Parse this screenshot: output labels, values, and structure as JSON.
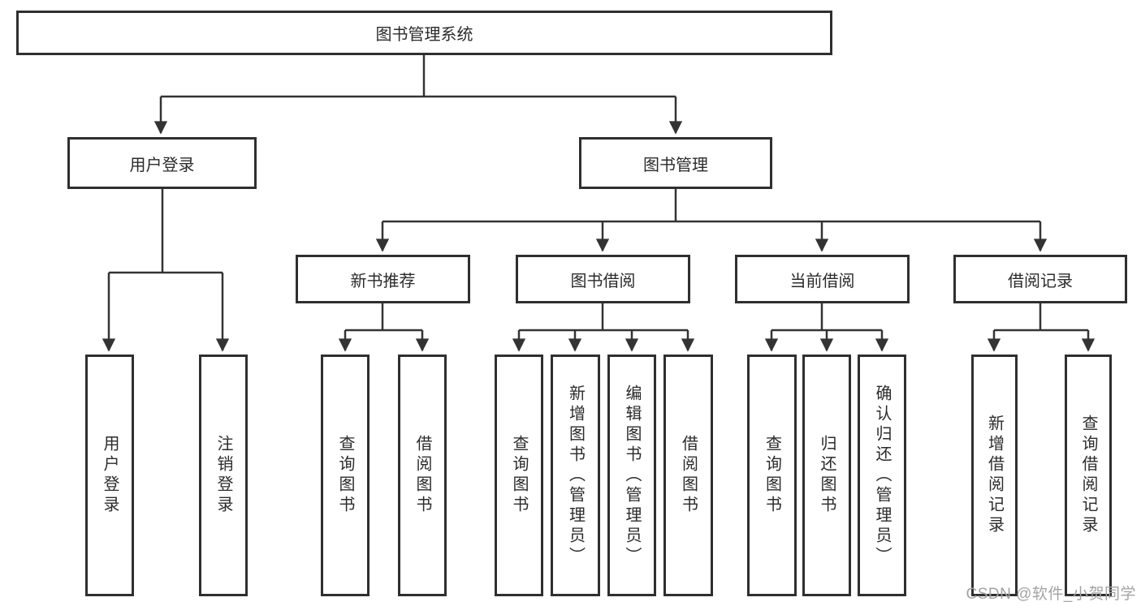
{
  "tree": {
    "label": "图书管理系统",
    "children": [
      {
        "label": "用户登录",
        "children": [
          {
            "label": "用户登录"
          },
          {
            "label": "注销登录"
          }
        ]
      },
      {
        "label": "图书管理",
        "children": [
          {
            "label": "新书推荐",
            "children": [
              {
                "label": "查询图书"
              },
              {
                "label": "借阅图书"
              }
            ]
          },
          {
            "label": "图书借阅",
            "children": [
              {
                "label": "查询图书"
              },
              {
                "label": "新增图书（管理员）"
              },
              {
                "label": "编辑图书（管理员）"
              },
              {
                "label": "借阅图书"
              }
            ]
          },
          {
            "label": "当前借阅",
            "children": [
              {
                "label": "查询图书"
              },
              {
                "label": "归还图书"
              },
              {
                "label": "确认归还（管理员）"
              }
            ]
          },
          {
            "label": "借阅记录",
            "children": [
              {
                "label": "新增借阅记录"
              },
              {
                "label": "查询借阅记录"
              }
            ]
          }
        ]
      }
    ]
  },
  "watermark": {
    "text": "CSDN @软件_小贺同学"
  },
  "colors": {
    "line": "#333333",
    "box_border": "#2f2f2f",
    "text": "#2b2b2b",
    "watermark": "#a3a3a3",
    "background": "#ffffff"
  }
}
